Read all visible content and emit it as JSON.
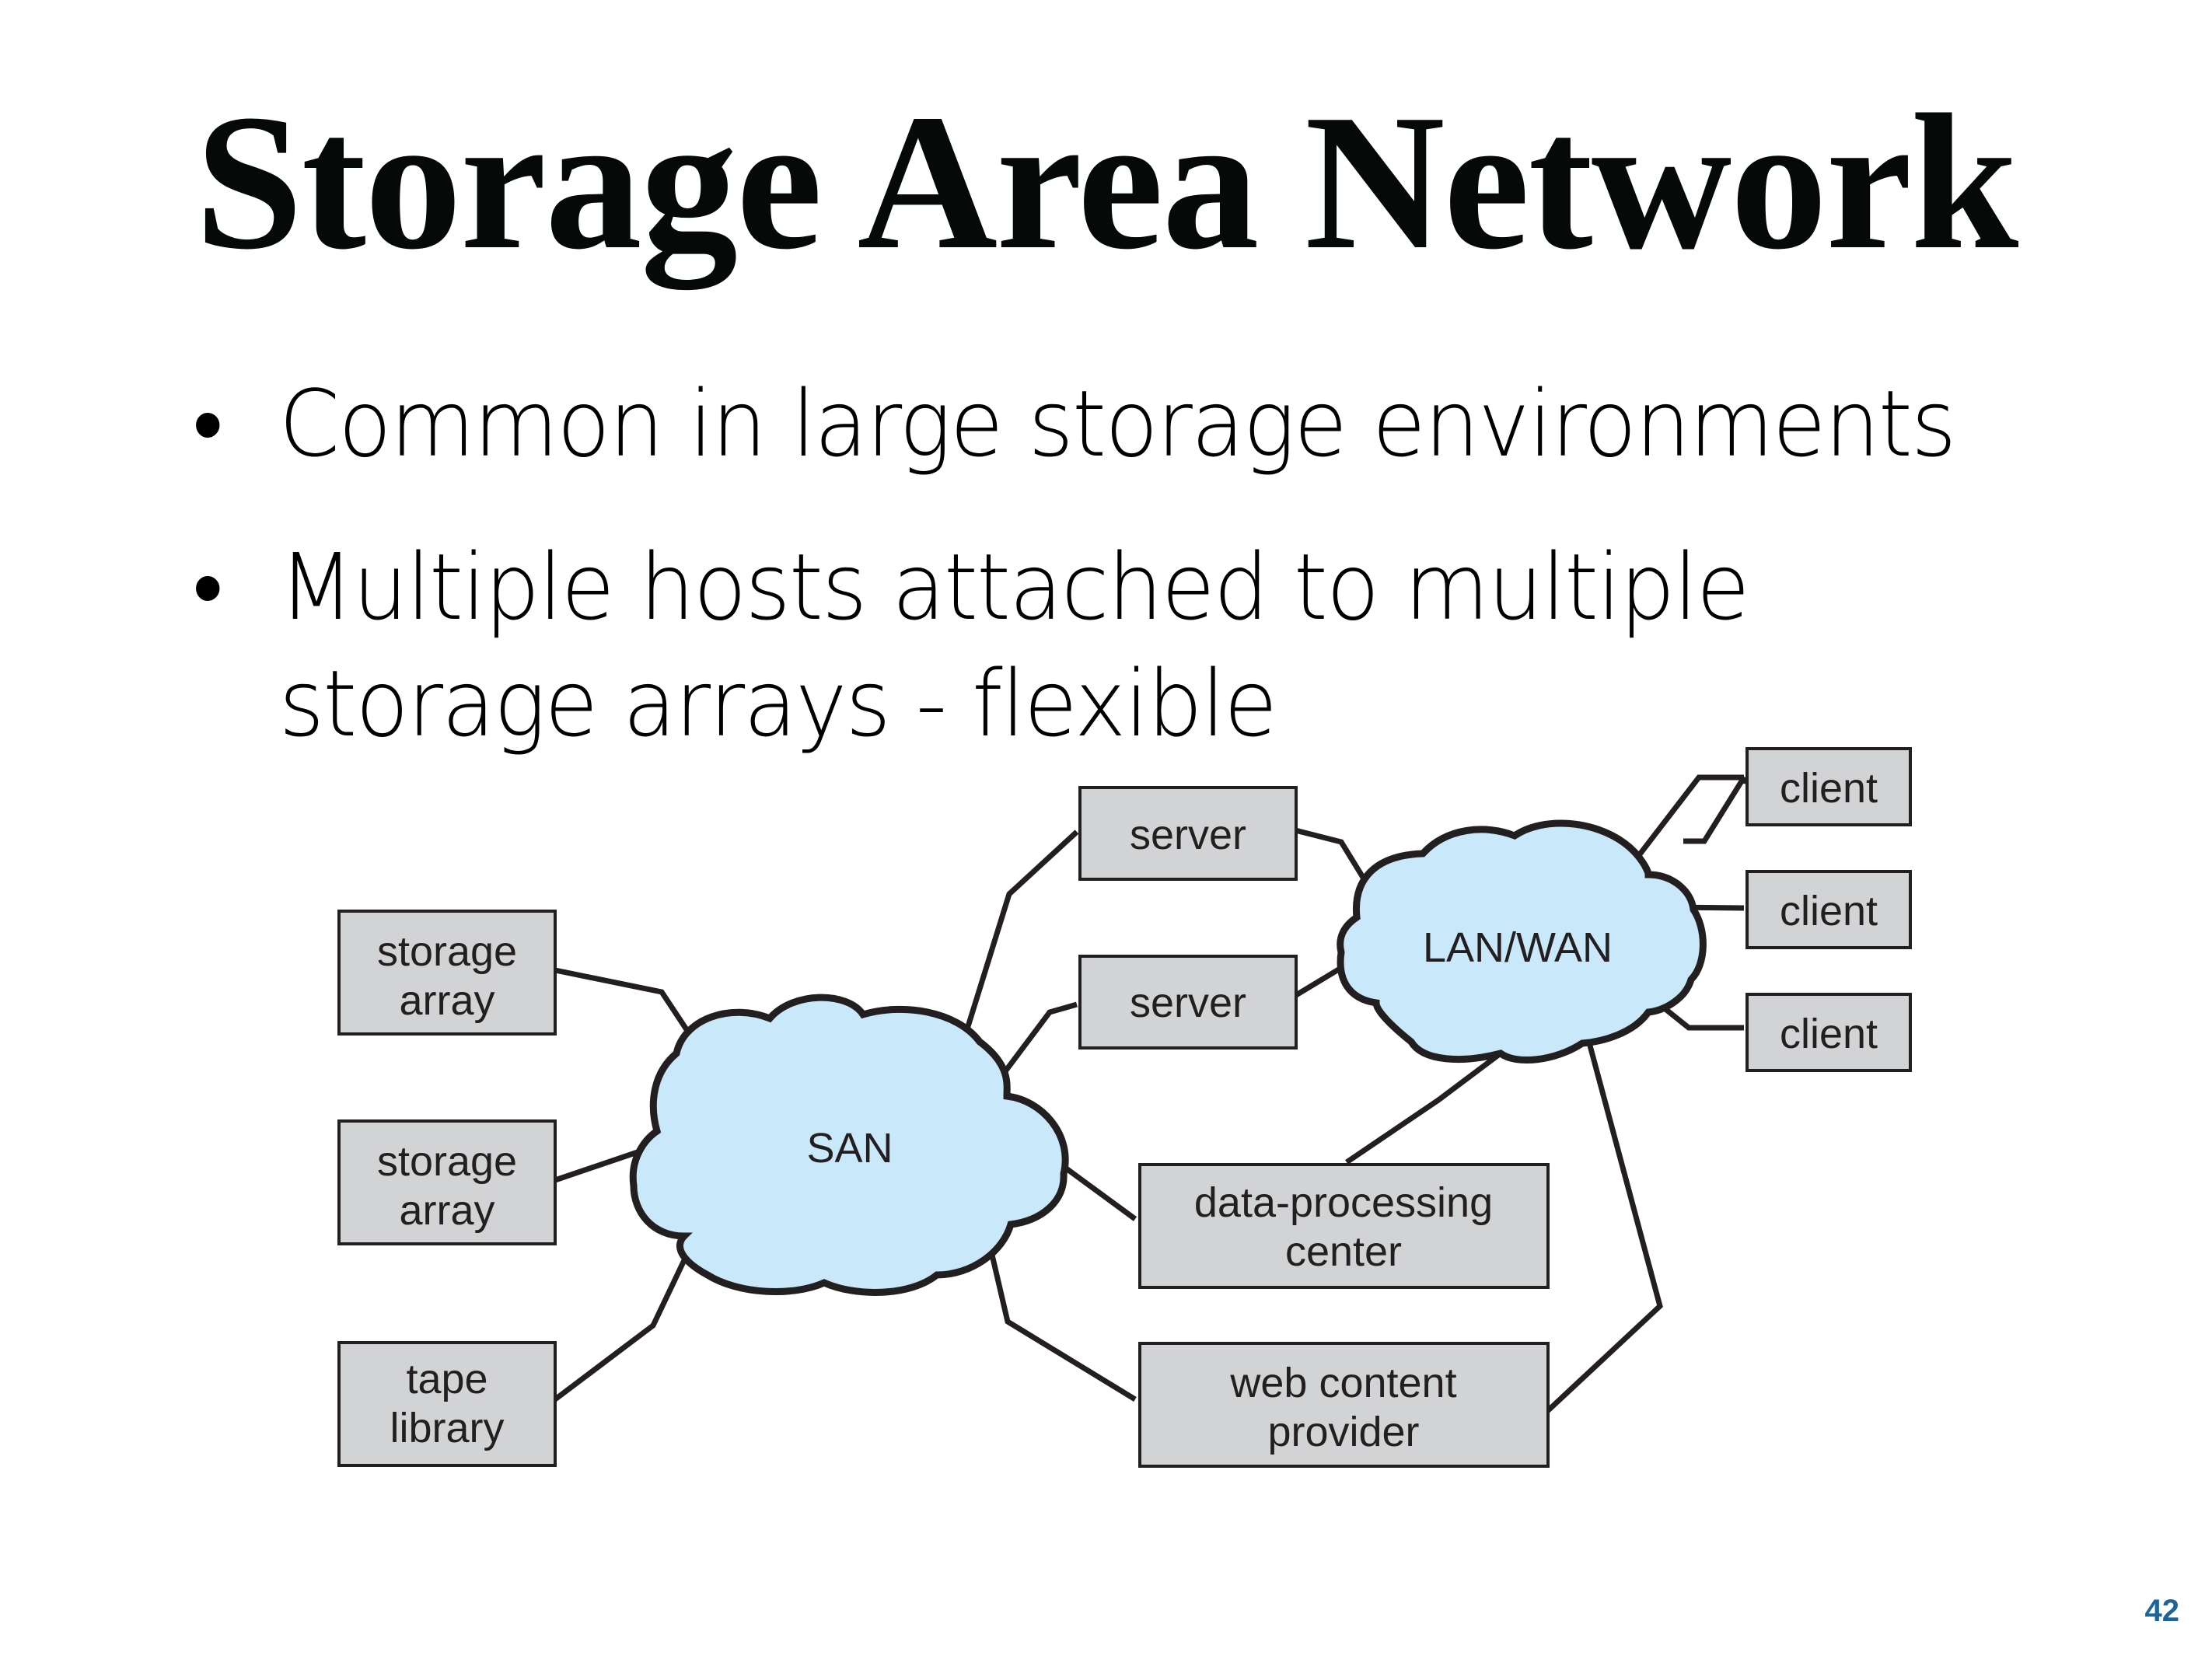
{
  "slide": {
    "title": "Storage Area Network",
    "bullets": [
      {
        "marker": "•",
        "text": "Common in large storage environments"
      },
      {
        "marker": "•",
        "text": "Multiple hosts attached to multiple storage arrays - flexible"
      }
    ],
    "page_number": "42"
  },
  "diagram": {
    "clouds": {
      "san": {
        "label": "SAN",
        "fill": "#c9e8f9"
      },
      "lanwan": {
        "label": "LAN/WAN",
        "fill": "#c9e8f9"
      }
    },
    "nodes": {
      "storage_array_1": [
        "storage",
        "array"
      ],
      "storage_array_2": [
        "storage",
        "array"
      ],
      "tape_library": [
        "tape",
        "library"
      ],
      "server_1": [
        "server"
      ],
      "server_2": [
        "server"
      ],
      "data_processing_center": [
        "data-processing",
        "center"
      ],
      "web_content_provider": [
        "web content",
        "provider"
      ],
      "client_1": [
        "client"
      ],
      "client_2": [
        "client"
      ],
      "client_3": [
        "client"
      ]
    },
    "box_fill": "#d2d3d5"
  },
  "colors": {
    "page_number": "#1d6598"
  }
}
